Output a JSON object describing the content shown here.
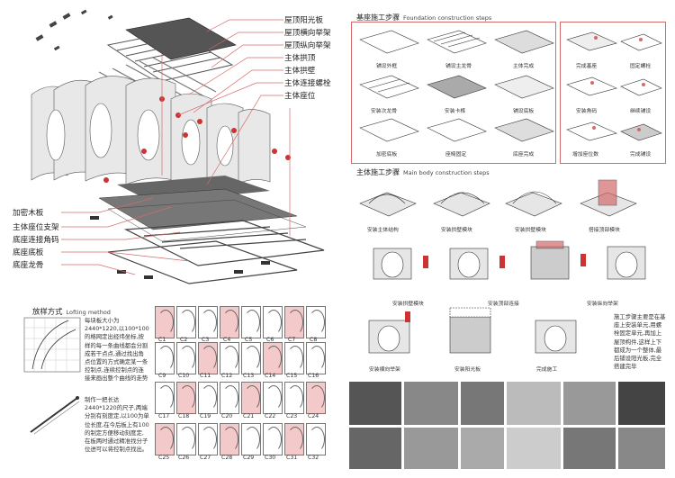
{
  "exploded_labels": [
    "屋顶阳光板",
    "屋顶横向举架",
    "屋顶纵向举架",
    "主体拱顶",
    "主体拱壁",
    "主体连接螺栓",
    "主体座位"
  ],
  "base_labels": [
    "加密木板",
    "主体座位支架",
    "底座连接角码",
    "底座底板",
    "底座龙骨"
  ],
  "foundation": {
    "title": "基座施工步骤",
    "subtitle": "Foundation construction steps",
    "steps": [
      "铺设外框",
      "铺设主龙骨",
      "主体完成",
      "安装次龙骨",
      "安装卡榫",
      "铺设底板",
      "加密底板",
      "座椅固定",
      "底座完成"
    ],
    "side_steps": [
      "完成基座",
      "固定螺栓",
      "安装角码",
      "继续铺设",
      "增加座位数",
      "完成铺设"
    ]
  },
  "main_body": {
    "title": "主体施工步骤",
    "subtitle": "Main body construction steps",
    "steps_row1": [
      "安装主体结构",
      "安装拱壁模块",
      "安装拱壁模块",
      "搭接顶部模块"
    ],
    "steps_row2": [
      "安装拱壁模块",
      "安装顶部连接",
      "安装纵向举架"
    ],
    "steps_row3": [
      "安装横向举架",
      "安装阳光板",
      "完成施工"
    ],
    "note": "施工步骤主要是在基座上安装单元,用螺栓固定单元,再加上屋顶构件,这样上下都成为一个整体,最后铺设阳光板,完全搭建完毕"
  },
  "lofting": {
    "title": "放样方式",
    "subtitle": "Lofting method",
    "text1": "每块板大小为2440*1220,以100*100的格网定出经纬坐标,按样的每一条曲线都会分割成若干点点,通过找出角点位置的方式确定某一条控制点,连续控制点的连接来画出整个曲线的走势",
    "text2": "制作一把长达2440*1220的尺子,两端分别有刻度定,以100为单位长度,在今后板上有100的制定方便移动刻度定,在板两时通过精准找分子位进可以将控制点找出。"
  },
  "pieces": {
    "row1": [
      "C1",
      "C2",
      "C3",
      "C4",
      "C5",
      "C6",
      "C7",
      "C8"
    ],
    "row2": [
      "C9",
      "C10",
      "C11",
      "C12",
      "C13",
      "C14",
      "C15",
      "C16"
    ],
    "row3": [
      "C17",
      "C18",
      "C19",
      "C20",
      "C21",
      "C22",
      "C23",
      "C24"
    ],
    "row4": [
      "C25",
      "C26",
      "C27",
      "C28",
      "C29",
      "C30",
      "C31",
      "C32"
    ]
  }
}
